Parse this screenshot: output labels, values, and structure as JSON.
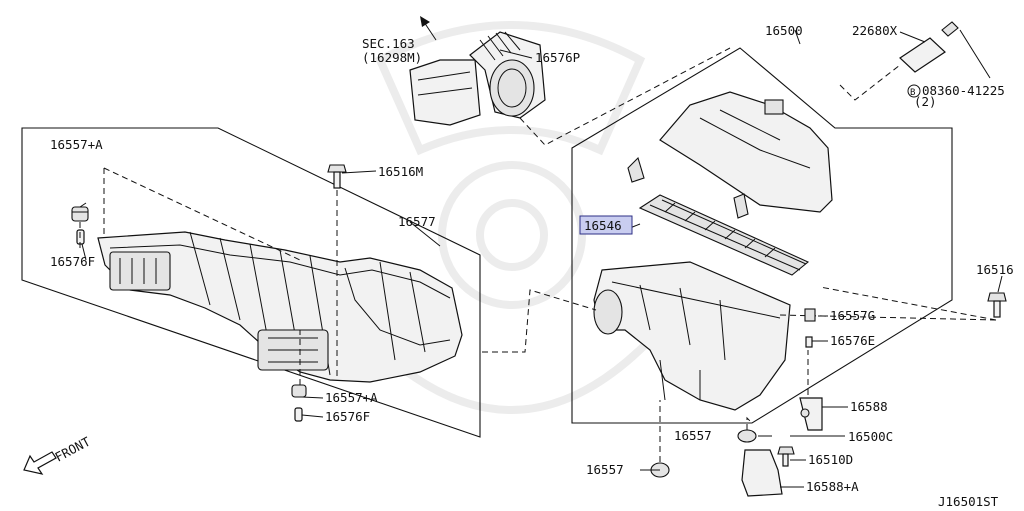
{
  "labels": {
    "sec": "SEC.163",
    "sec_ref": "(16298M)",
    "p16576P": "16576P",
    "p16500": "16500",
    "p22680X": "22680X",
    "p08360": "08360-41225",
    "p08360_qty": "(2)",
    "bolt_symbol": "B",
    "p16557A_top": "16557+A",
    "p16516M": "16516M",
    "p16577": "16577",
    "p16576F_left": "16576F",
    "p16546": "16546",
    "p16516": "16516",
    "p16557G": "16557G",
    "p16576E": "16576E",
    "p16557A_bottom": "16557+A",
    "p16576F_bottom": "16576F",
    "p16588": "16588",
    "p16557_mid": "16557",
    "p16500C": "16500C",
    "p16510D": "16510D",
    "p16557_bottom": "16557",
    "p16588A": "16588+A",
    "front": "FRONT",
    "diagram_id": "J16501ST"
  },
  "colors": {
    "line": "#111111",
    "part_fill": "#f2f2f2",
    "highlight_fill": "#c9cdf0",
    "highlight_border": "#2d2f86",
    "watermark": "#ececec"
  }
}
